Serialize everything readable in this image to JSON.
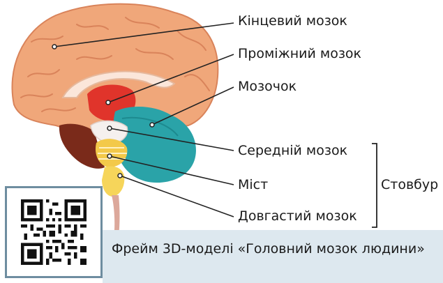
{
  "labels": {
    "telencephalon": "Кінцевий мозок",
    "diencephalon": "Проміжний мозок",
    "cerebellum": "Мозочок",
    "midbrain": "Середній мозок",
    "pons": "Міст",
    "medulla": "Довгастий мозок",
    "brainstem": "Стовбур"
  },
  "caption": "Фрейм 3D-моделі «Головний мозок людини»",
  "colors": {
    "cerebrum": "#f0a77a",
    "cerebrum_outline": "#d9835a",
    "diencephalon": "#e0342b",
    "cerebellum": "#2aa3a8",
    "brainstem_dark": "#7a2a1a",
    "pons": "#f3c94a",
    "medulla": "#f6d55a",
    "caption_bg": "#dde8ef",
    "qr_frame": "#6e8da0"
  }
}
